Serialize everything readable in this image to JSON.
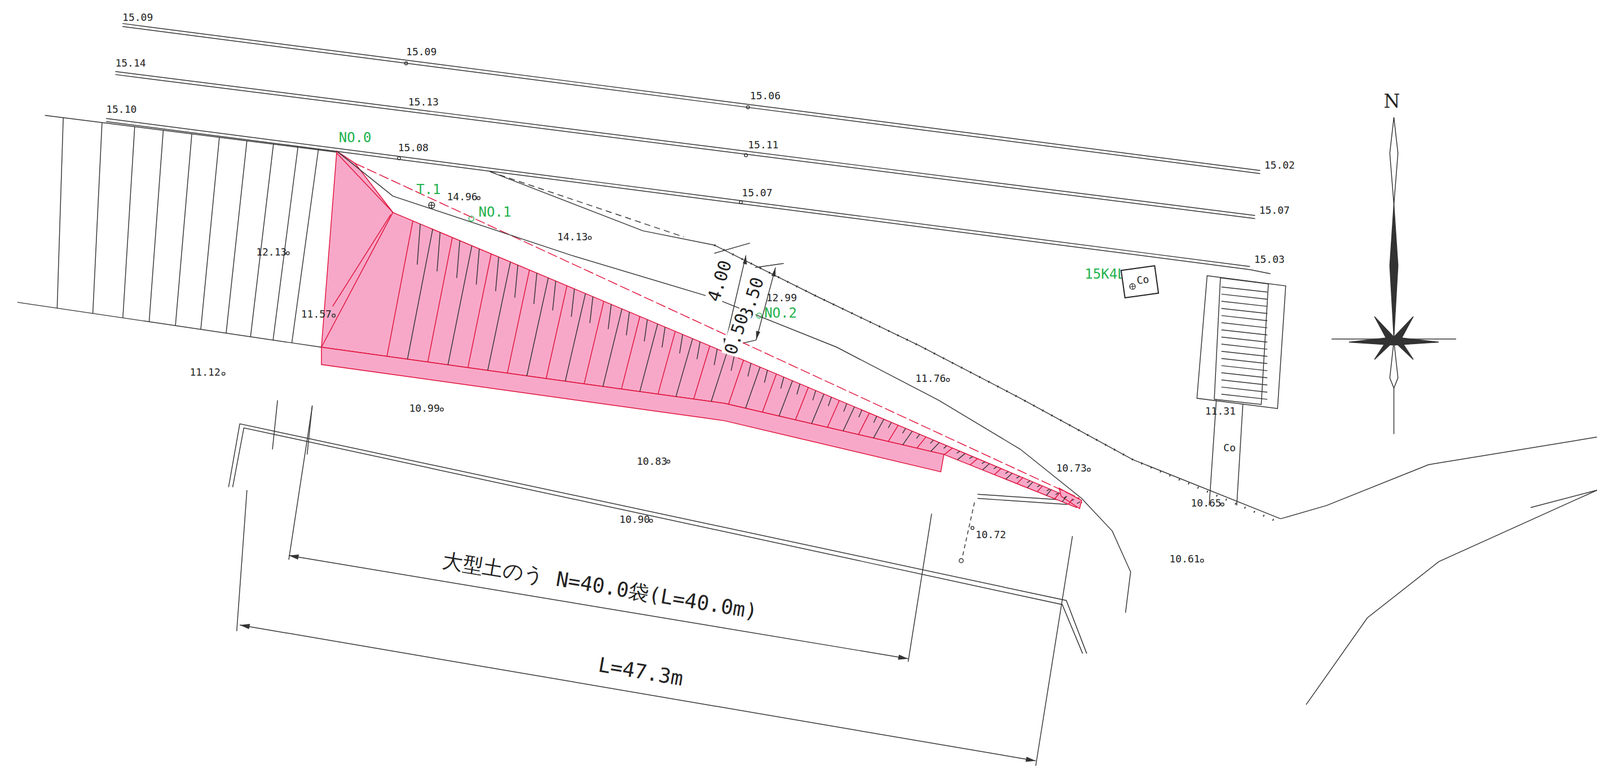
{
  "diagram": {
    "nodes": [
      {
        "text": [
          "Co"
        ]
      }
    ],
    "labels": [
      "15.09",
      "15.09",
      "15.06",
      "15.02",
      "15.14",
      "15.13",
      "15.11",
      "15.07",
      "15.10",
      "15.08",
      "15.07",
      "15.03",
      "NO.0",
      "T.1",
      "14.96",
      "NO.1",
      "14.13",
      "12.13",
      "11.57",
      "11.12",
      "4.00",
      "3.50",
      "0.50",
      "12.99",
      "NO.2",
      "11.76",
      "10.99",
      "10.83",
      "10.73",
      "11.31",
      "Co",
      "10.65",
      "10.61",
      "10.72",
      "10.90",
      "大型土のう N=40.0袋(L=40.0m)",
      "L=47.3m",
      "15K4L",
      "N"
    ]
  }
}
